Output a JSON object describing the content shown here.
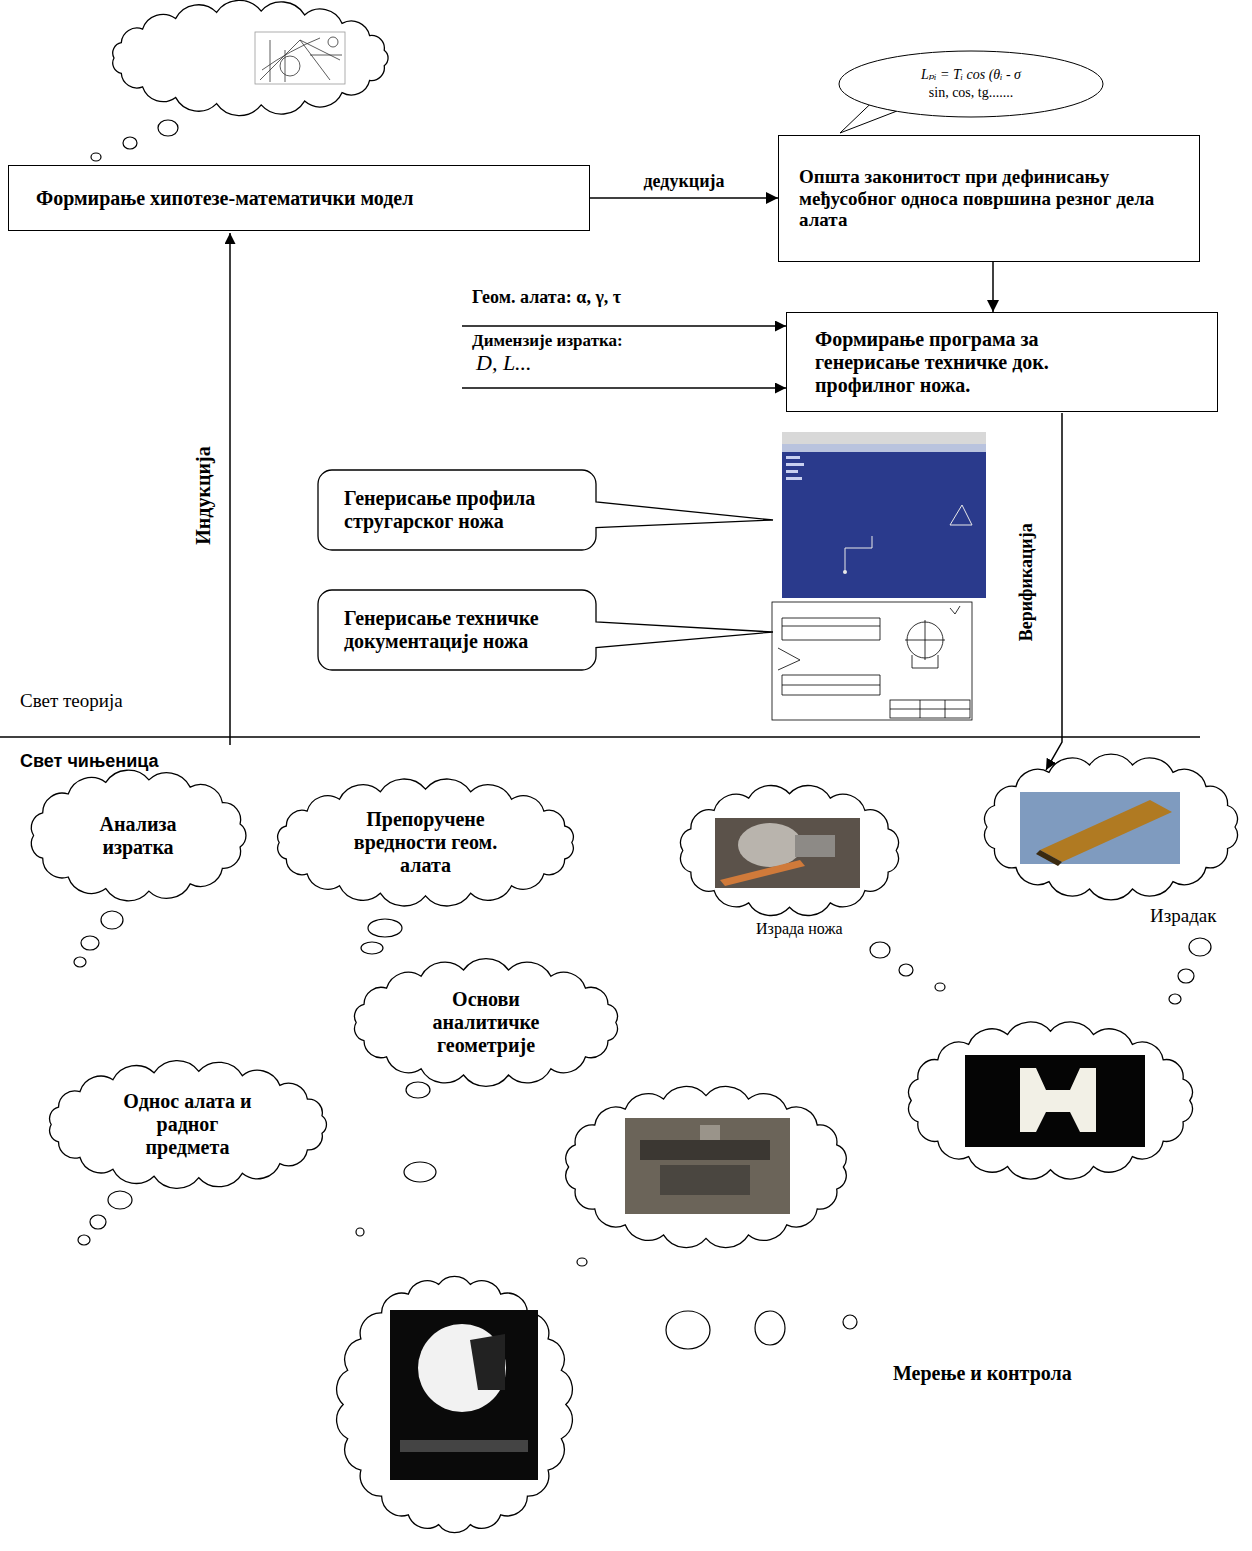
{
  "diagram": {
    "nodes": [
      {
        "text": [
          "Формирање хипотезе-математички модел"
        ]
      },
      {
        "text": [
          "Lₚᵢ = Tᵢ cos (θᵢ - σ",
          "sin, cos, tg......."
        ]
      },
      {
        "text": [
          "Општа законитост при дефинисању међусобног односа површина резног дела алата"
        ]
      },
      {
        "text": [
          "Формирање програма за генерисање техничке док. профилног ножа."
        ]
      },
      {
        "text": [
          "Генерисање профила стругарског ножа"
        ]
      },
      {
        "text": [
          "Генерисање техничке документације ножа"
        ]
      },
      {
        "text": [
          "Анализа изратка"
        ]
      },
      {
        "text": [
          "Препоручене вредности геом. алата"
        ]
      },
      {
        "text": [
          "Основи аналитичке геометрије"
        ]
      },
      {
        "text": [
          "Однос алата и радног предмета"
        ]
      }
    ],
    "edges": [
      {
        "from": 0,
        "to": 2,
        "arrow": "to",
        "label": "дедукција"
      },
      {
        "from": 2,
        "to": 3,
        "arrow": "to"
      }
    ],
    "labels": [
      "Геом. алата: α, γ, τ",
      "Димензије изратка:",
      "D, L...",
      "Индукција",
      "Верификација",
      "Свет теорија",
      "Свет чињеница",
      "Израда ножа",
      "Израдак",
      "Мерење и контрола"
    ]
  }
}
